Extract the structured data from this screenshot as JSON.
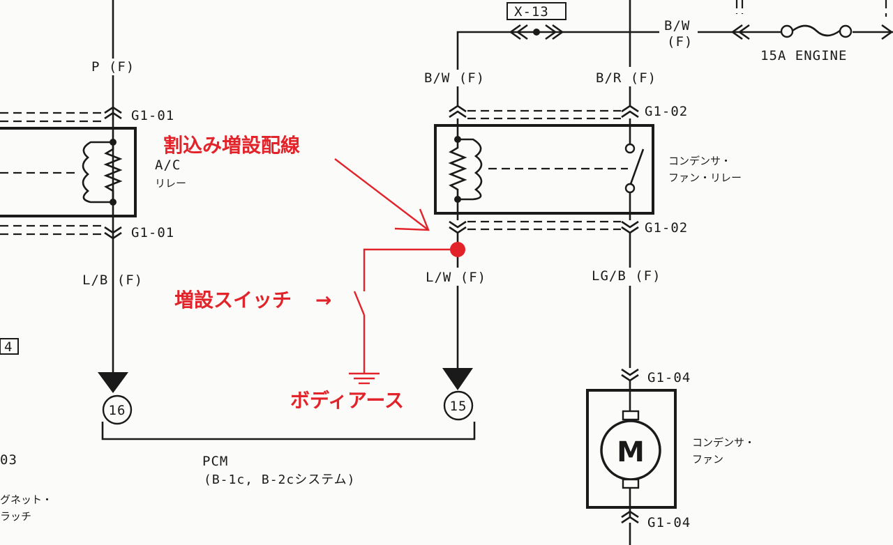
{
  "labels": {
    "p_f": "P (F)",
    "g1_01_top": "G1-01",
    "ac_relay_1": "A/C",
    "ac_relay_2": "リレー",
    "g1_01_bottom": "G1-01",
    "l_b_f": "L/B (F)",
    "pin16": "16",
    "left_box_num": "4",
    "left_03": "03",
    "left_magnet": "グネット・",
    "left_clutch": "ラッチ",
    "x13": "X-13",
    "bw_f_top_1": "B/W",
    "bw_f_top_2": "(F)",
    "fuse": "15A ENGINE",
    "bw_f": "B/W (F)",
    "br_f": "B/R (F)",
    "g1_02_top": "G1-02",
    "cond_fan_relay_1": "コンデンサ・",
    "cond_fan_relay_2": "ファン・リレー",
    "g1_02_bottom": "G1-02",
    "lw_f": "L/W (F)",
    "lgb_f": "LG/B (F)",
    "pin15": "15",
    "g1_04_top": "G1-04",
    "motor": "M",
    "cond_fan_1": "コンデンサ・",
    "cond_fan_2": "ファン",
    "g1_04_bottom": "G1-04",
    "pcm_1": "PCM",
    "pcm_2": "(B-1c, B-2cシステム)"
  },
  "annotations": {
    "interrupt_wiring": "割込み増設配線",
    "added_switch": "増設スイッチ",
    "switch_arrow": "→",
    "body_ground": "ボディアース"
  },
  "colors": {
    "annotation": "#e2232a",
    "ink": "#1a1a1a"
  }
}
